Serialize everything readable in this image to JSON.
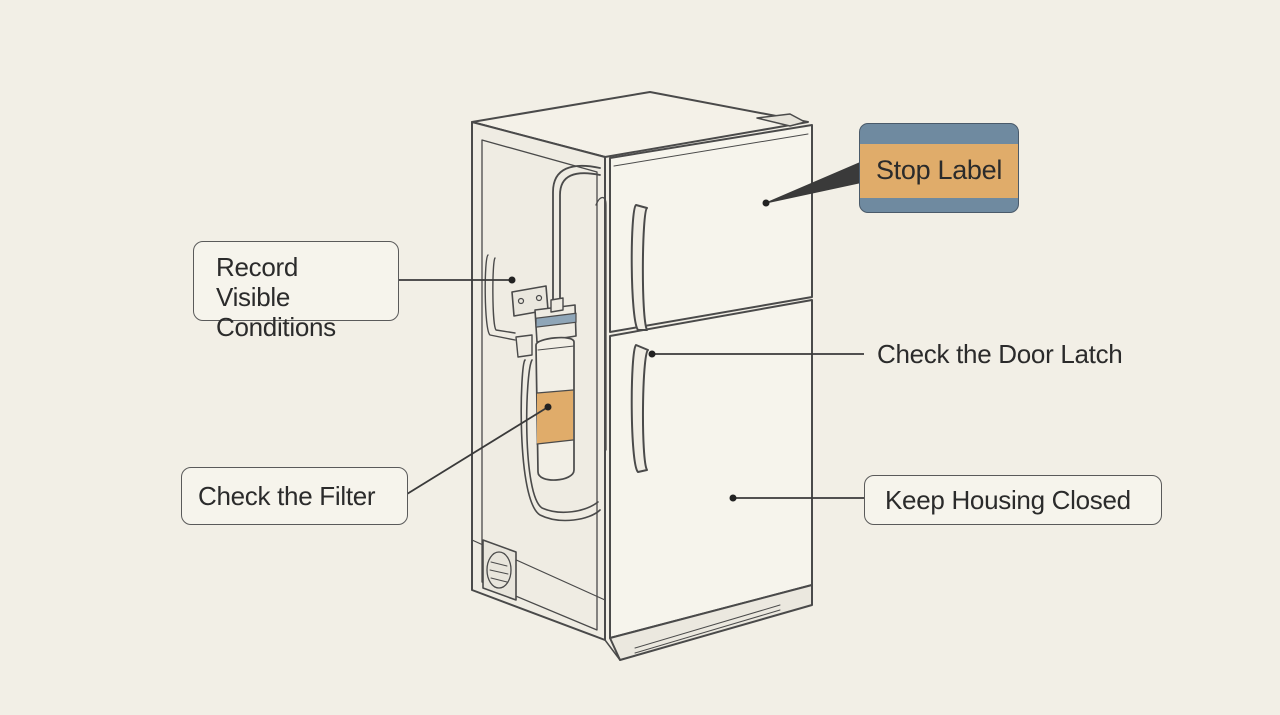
{
  "callouts": {
    "record_conditions": {
      "line1": "Record Visible",
      "line2": "Conditions"
    },
    "stop_label": "Stop Label",
    "check_door_latch": "Check the Door Latch",
    "check_filter": "Check the Filter",
    "keep_housing_closed": "Keep Housing Closed"
  },
  "colors": {
    "background": "#f2efe6",
    "filter_accent": "#e0ac6a",
    "stop_tag_band": "#6f8aa0",
    "line": "#4a4a4a"
  }
}
